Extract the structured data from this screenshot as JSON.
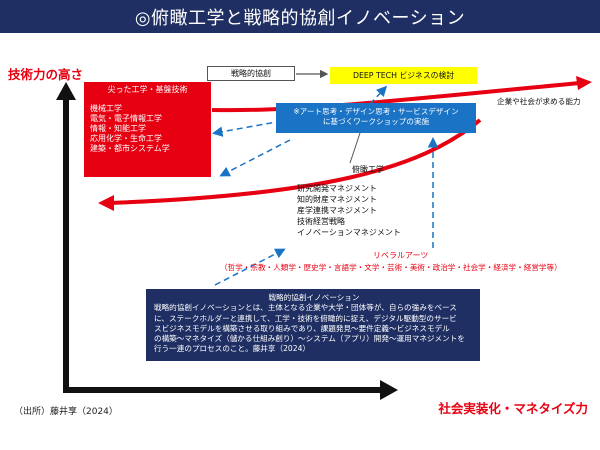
{
  "title": "◎俯瞰工学と戦略的協創イノベーション",
  "axes": {
    "y_label": "技術力の高さ",
    "x_label": "社会実装化・マネタイズ力"
  },
  "red_box": {
    "heading": "尖った工学・基盤技術",
    "items": [
      "機械工学",
      "電気・電子情報工学",
      "情報・知能工学",
      "応用化学・生命工学",
      "建築・都市システム学"
    ]
  },
  "strategic_label": "戦略的協創",
  "yellow_box": "DEEP TECH ビジネスの検討",
  "blue_box": {
    "line1": "※アート思考・デザイン思考・サービスデザイン",
    "line2": "に基づくワークショップの実施"
  },
  "demand_label": "企業や社会が求める能力",
  "fukan_label": "俯瞰工学",
  "skills": [
    "研究開発マネジメント",
    "知的財産マネジメント",
    "産学連携マネジメント",
    "技術経営戦略",
    "イノベーションマネジメント"
  ],
  "liberal_arts": {
    "title": "リベラルアーツ",
    "detail": "（哲学・宗教・人類学・歴史学・言語学・文学・芸術・美術・政治学・社会学・経済学・経営学等）"
  },
  "definition": {
    "heading": "戦略的協創イノベーション",
    "lines": [
      "戦略的協創イノベーションとは、主体となる企業や大学・団体等が、自らの強みをベース",
      "に、ステークホルダーと連携して、工学・技術を俯瞰的に捉え、デジタル駆動型のサービ",
      "スビジネスモデルを構築させる取り組みであり、課題発見～要件定義～ビジネスモデル",
      "の構築～マネタイズ（儲かる仕組み創り）～システム（アプリ）開発～運用マネジメントを",
      "行う一連のプロセスのこと。藤井享（2024）"
    ]
  },
  "source": "（出所）藤井享（2024）",
  "colors": {
    "navy": "#1f2f63",
    "red": "#e60012",
    "blue": "#1a73c4",
    "yellow": "#ffff00"
  }
}
